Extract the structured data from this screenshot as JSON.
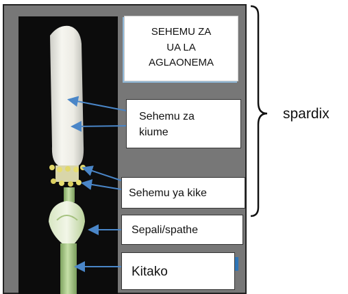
{
  "title_box": {
    "lines": [
      "SEHEMU ZA",
      "UA LA",
      "AGLAONEMA"
    ]
  },
  "labels": {
    "kiume_line1": "Sehemu za",
    "kiume_line2": "kiume",
    "kike": "Sehemu ya kike",
    "sepali": "Sepali/spathe",
    "kitako": "Kitako"
  },
  "spardix_label": "spardix",
  "colors": {
    "arrow": "#4a86c8",
    "panel": "#777777",
    "photo_background": "#0c0c0c",
    "spadix": "#f1f0ea",
    "stem": "#a9cc88",
    "stamen_yellow": "#e2d86a"
  }
}
